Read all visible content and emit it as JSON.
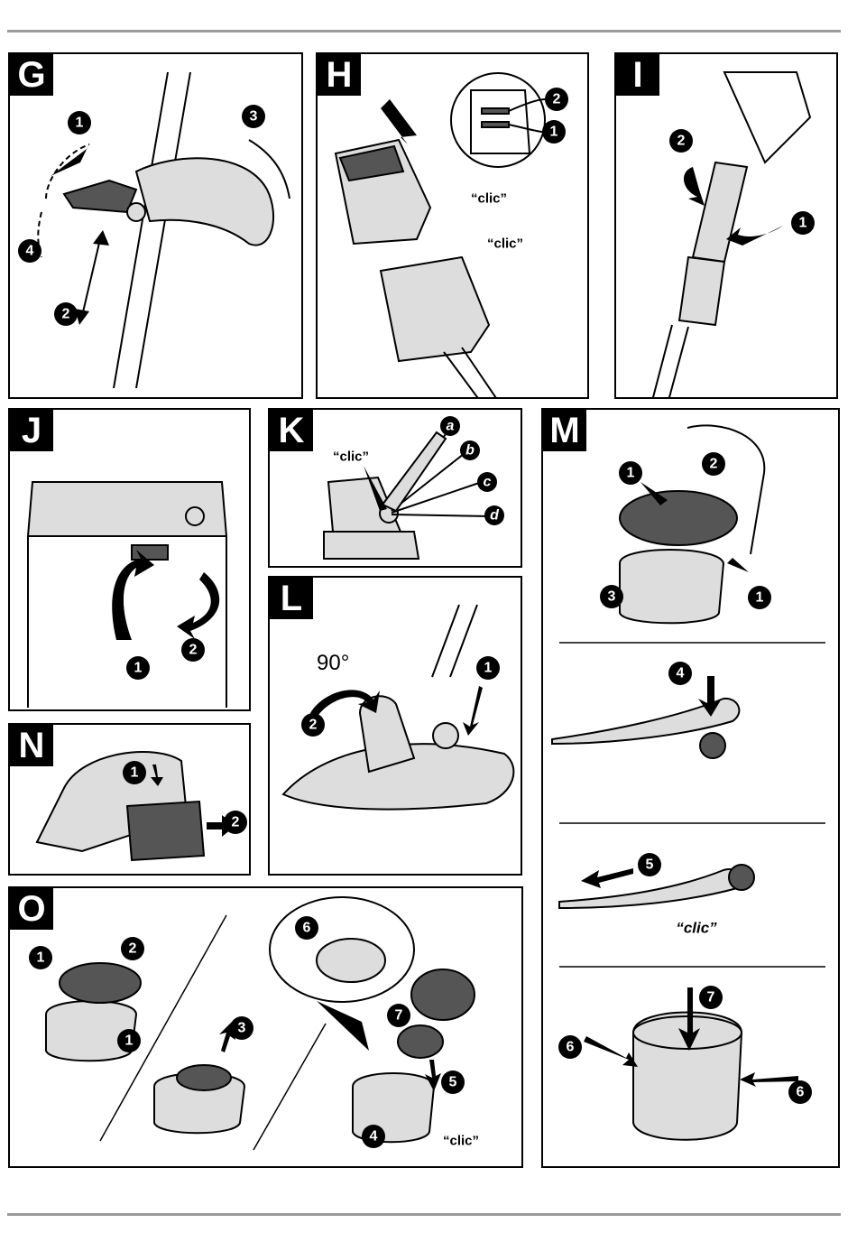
{
  "panels": {
    "G": {
      "letter": "G",
      "steps": [
        "1",
        "2",
        "3",
        "4"
      ]
    },
    "H": {
      "letter": "H",
      "steps": [
        "1",
        "2"
      ],
      "clic": [
        "“clic”",
        "“clic”"
      ]
    },
    "I": {
      "letter": "I",
      "steps": [
        "1",
        "2"
      ]
    },
    "J": {
      "letter": "J",
      "steps": [
        "1",
        "2"
      ]
    },
    "K": {
      "letter": "K",
      "clic": "“clic”",
      "positions": [
        "a",
        "b",
        "c",
        "d"
      ]
    },
    "L": {
      "letter": "L",
      "angle": "90°",
      "steps": [
        "1",
        "2"
      ]
    },
    "M": {
      "letter": "M",
      "steps": [
        "1",
        "2",
        "3",
        "1",
        "4",
        "5",
        "6",
        "7",
        "6"
      ],
      "clic": "“clic”"
    },
    "N": {
      "letter": "N",
      "steps": [
        "1",
        "2"
      ]
    },
    "O": {
      "letter": "O",
      "steps": [
        "1",
        "2",
        "1",
        "3",
        "6",
        "7",
        "5",
        "4"
      ],
      "clic": "“clic”"
    }
  }
}
